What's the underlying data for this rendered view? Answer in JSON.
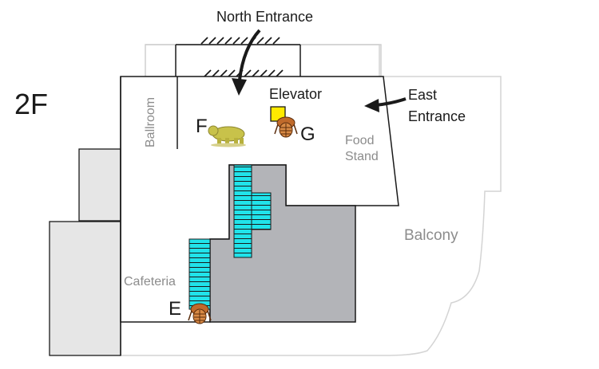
{
  "map": {
    "floor_label": "2F",
    "rooms": {
      "ballroom": "Ballroom",
      "cafeteria": "Cafeteria",
      "balcony": "Balcony",
      "food_stand_line1": "Food",
      "food_stand_line2": "Stand",
      "elevator": "Elevator"
    },
    "entrances": {
      "north": "North Entrance",
      "east_line1": "East",
      "east_line2": "Entrance"
    },
    "exhibits": {
      "e": "E",
      "f": "F",
      "g": "G"
    },
    "icons": {
      "bear": "bear-icon",
      "trilobite": "trilobite-icon",
      "elevator": "elevator-square-icon",
      "stairs": "escalator-stairs"
    },
    "colors": {
      "stairs": "#21e3ea",
      "exhibit_hall": "#b3b4b8",
      "side_rooms": "#e6e6e6",
      "elevator": "#ffea00",
      "walls": "#1a1a1a",
      "outer_outline": "#d4d4d4"
    }
  }
}
